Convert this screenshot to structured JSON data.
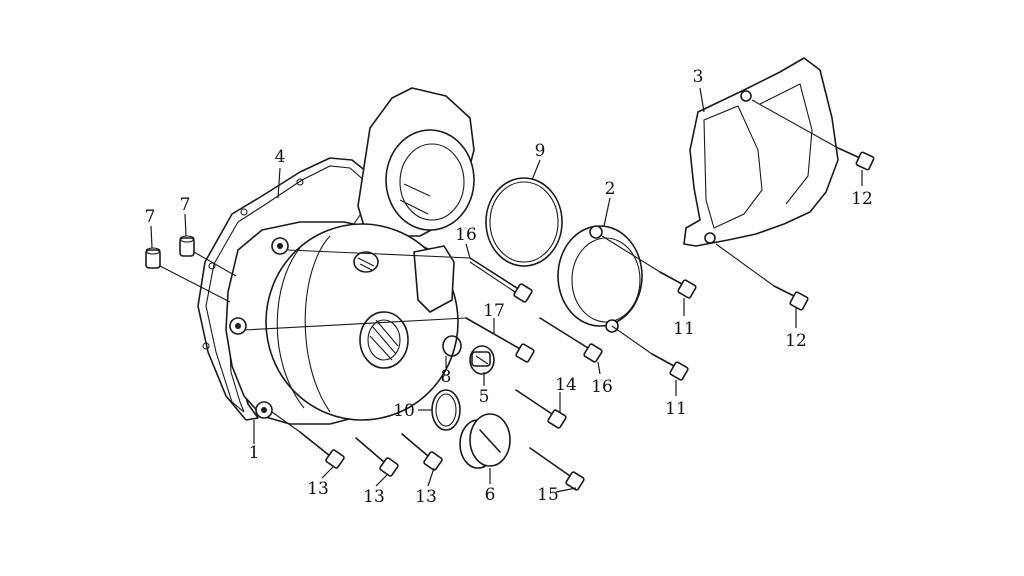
{
  "diagram": {
    "callouts": [
      {
        "id": "c1",
        "text": "1"
      },
      {
        "id": "c2",
        "text": "2"
      },
      {
        "id": "c3",
        "text": "3"
      },
      {
        "id": "c4",
        "text": "4"
      },
      {
        "id": "c5",
        "text": "5"
      },
      {
        "id": "c6",
        "text": "6"
      },
      {
        "id": "c7a",
        "text": "7"
      },
      {
        "id": "c7b",
        "text": "7"
      },
      {
        "id": "c8",
        "text": "8"
      },
      {
        "id": "c9",
        "text": "9"
      },
      {
        "id": "c10",
        "text": "10"
      },
      {
        "id": "c11a",
        "text": "11"
      },
      {
        "id": "c11b",
        "text": "11"
      },
      {
        "id": "c12a",
        "text": "12"
      },
      {
        "id": "c12b",
        "text": "12"
      },
      {
        "id": "c13a",
        "text": "13"
      },
      {
        "id": "c13b",
        "text": "13"
      },
      {
        "id": "c13c",
        "text": "13"
      },
      {
        "id": "c14",
        "text": "14"
      },
      {
        "id": "c15",
        "text": "15"
      },
      {
        "id": "c16a",
        "text": "16"
      },
      {
        "id": "c16b",
        "text": "16"
      },
      {
        "id": "c17",
        "text": "17"
      }
    ]
  }
}
